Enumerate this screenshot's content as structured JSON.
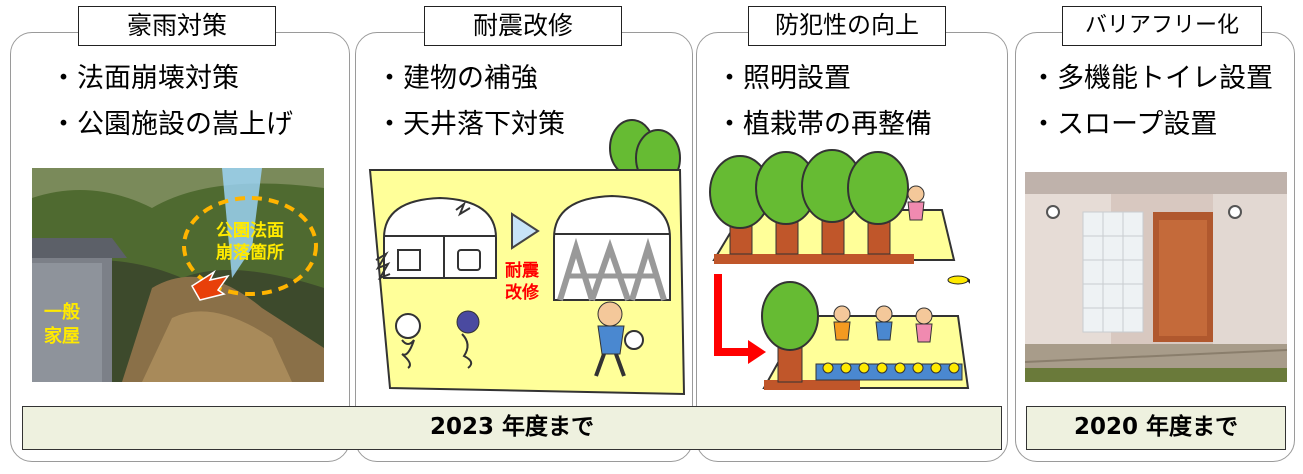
{
  "panels": [
    {
      "title": "豪雨対策",
      "bullets": [
        "・法面崩壊対策",
        "・公園施設の嵩上げ"
      ],
      "photo_labels": {
        "area": "公園法面\n崩落箇所",
        "house": "一般\n家屋"
      }
    },
    {
      "title": "耐震改修",
      "bullets": [
        "・建物の補強",
        "・天井落下対策"
      ],
      "diagram_label": "耐震\n改修"
    },
    {
      "title": "防犯性の向上",
      "bullets": [
        "・照明設置",
        "・植栽帯の再整備"
      ]
    },
    {
      "title": "バリアフリー化",
      "bullets": [
        "・多機能トイレ設置",
        "・スロープ設置"
      ]
    }
  ],
  "banners": {
    "left": "2023 年度まで",
    "right": "2020 年度まで"
  },
  "colors": {
    "banner_bg": "#eef1df",
    "label_yellow": "#ffea00",
    "label_red": "#ff0000",
    "tree_green": "#66bb33",
    "trunk": "#c0562a"
  }
}
